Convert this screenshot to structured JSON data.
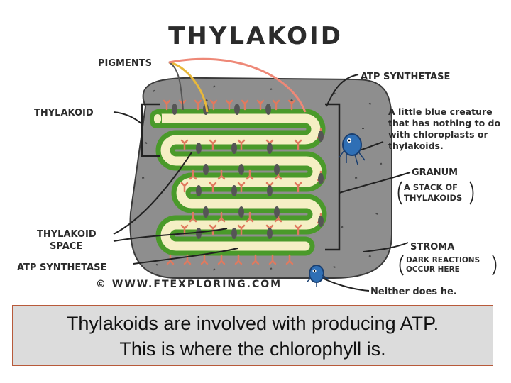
{
  "title": "THYLAKOID",
  "labels": {
    "pigments": "PIGMENTS",
    "thylakoid": "THYLAKOID",
    "atp_synthetase_top": "ATP SYNTHETASE",
    "creature_note": [
      "A little blue creature",
      "that has nothing to do",
      "with chloroplasts or",
      "thylakoids."
    ],
    "granum": "GRANUM",
    "granum_note": [
      "A STACK OF",
      "THYLAKOIDS"
    ],
    "thylakoid_space": [
      "THYLAKOID",
      "SPACE"
    ],
    "stroma": "STROMA",
    "stroma_note": [
      "DARK REACTIONS",
      "OCCUR HERE"
    ],
    "atp_synthetase_bottom": "ATP SYNTHETASE",
    "copyright": "© WWW.FTEXPLORING.COM",
    "neither": "Neither does he."
  },
  "caption": {
    "line1": "Thylakoids are involved with producing ATP.",
    "line2": "This is where the chlorophyll is."
  },
  "colors": {
    "stroma": "#8e8e8e",
    "membrane": "#5aa832",
    "lumen": "#f5efc4",
    "pigment": "#e07a5f",
    "atp_synthase": "#555555",
    "creature": "#2f6fb5",
    "pigment_line_yellow": "#e8b83a",
    "pigment_line_red": "#ee8877"
  }
}
